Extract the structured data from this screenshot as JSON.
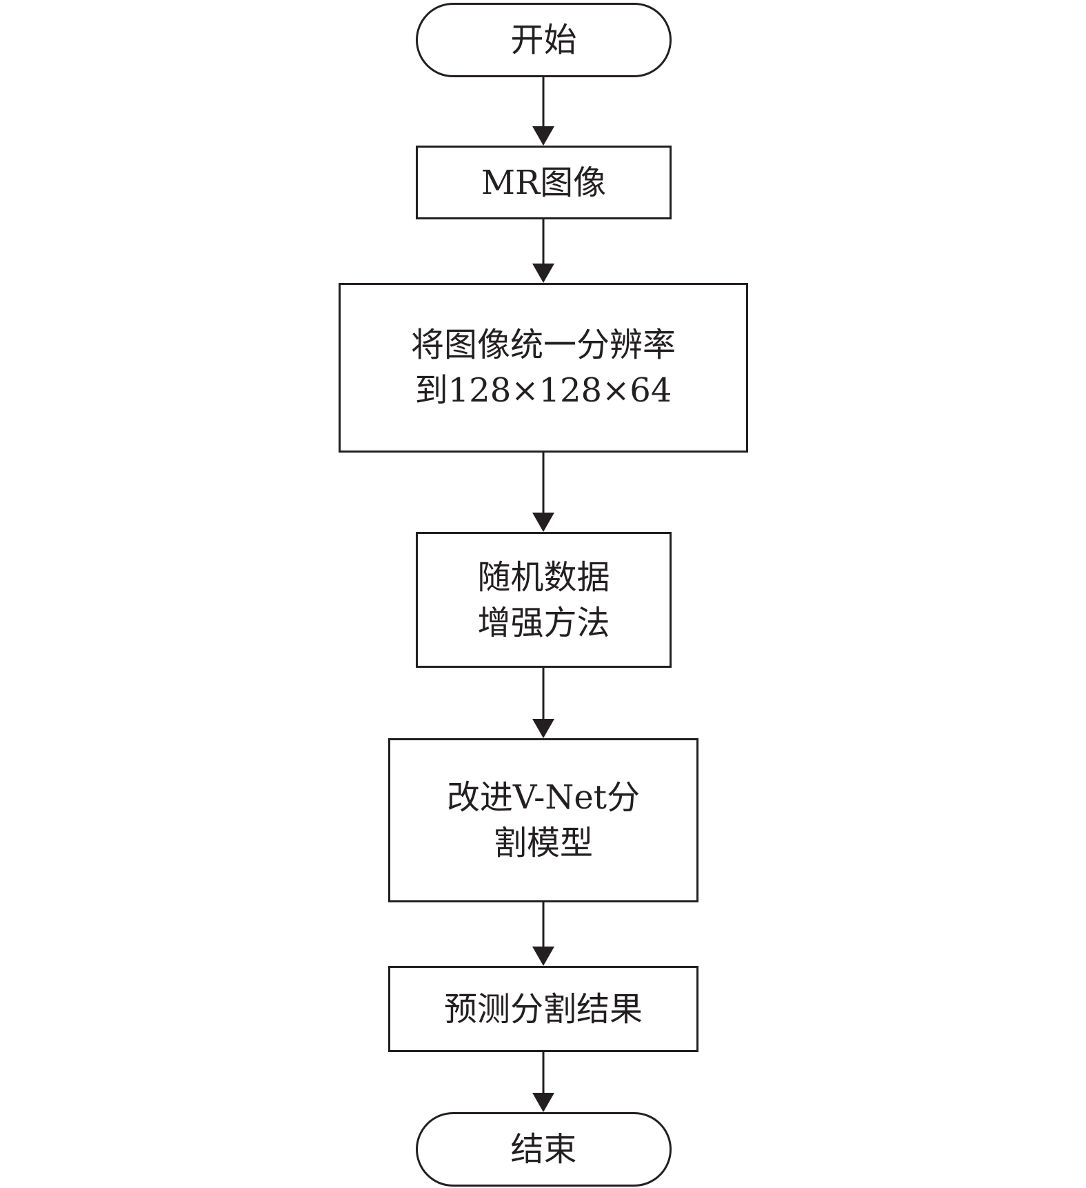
{
  "flowchart": {
    "colors": {
      "stroke": "#231f20",
      "fill": "#ffffff",
      "text": "#231f20"
    },
    "nodes": [
      {
        "id": "start",
        "shape": "terminal",
        "lines": [
          "开始"
        ]
      },
      {
        "id": "mr-image",
        "shape": "process",
        "lines": [
          "MR图像"
        ]
      },
      {
        "id": "unify-resolution",
        "shape": "process",
        "lines": [
          "将图像统一分辨率",
          "到128×128×64"
        ]
      },
      {
        "id": "data-augmentation",
        "shape": "process",
        "lines": [
          "随机数据",
          "增强方法"
        ]
      },
      {
        "id": "vnet-model",
        "shape": "process",
        "lines": [
          "改进V-Net分",
          "割模型"
        ]
      },
      {
        "id": "predict-result",
        "shape": "process",
        "lines": [
          "预测分割结果"
        ]
      },
      {
        "id": "end",
        "shape": "terminal",
        "lines": [
          "结束"
        ]
      }
    ],
    "edges": [
      {
        "from": "start",
        "to": "mr-image"
      },
      {
        "from": "mr-image",
        "to": "unify-resolution"
      },
      {
        "from": "unify-resolution",
        "to": "data-augmentation"
      },
      {
        "from": "data-augmentation",
        "to": "vnet-model"
      },
      {
        "from": "vnet-model",
        "to": "predict-result"
      },
      {
        "from": "predict-result",
        "to": "end"
      }
    ]
  }
}
